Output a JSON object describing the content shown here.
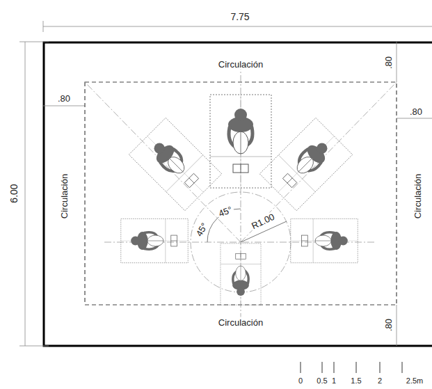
{
  "diagram": {
    "labels": [
      "7.75",
      "6.00",
      "Circulación",
      ".80",
      ".80",
      ".80",
      "Circulación",
      "Circulación",
      "45°",
      "45°",
      "R1.00",
      "Circulación",
      ".80",
      "0",
      "0.5",
      "1",
      "1.5",
      "2",
      "2.5m"
    ]
  }
}
